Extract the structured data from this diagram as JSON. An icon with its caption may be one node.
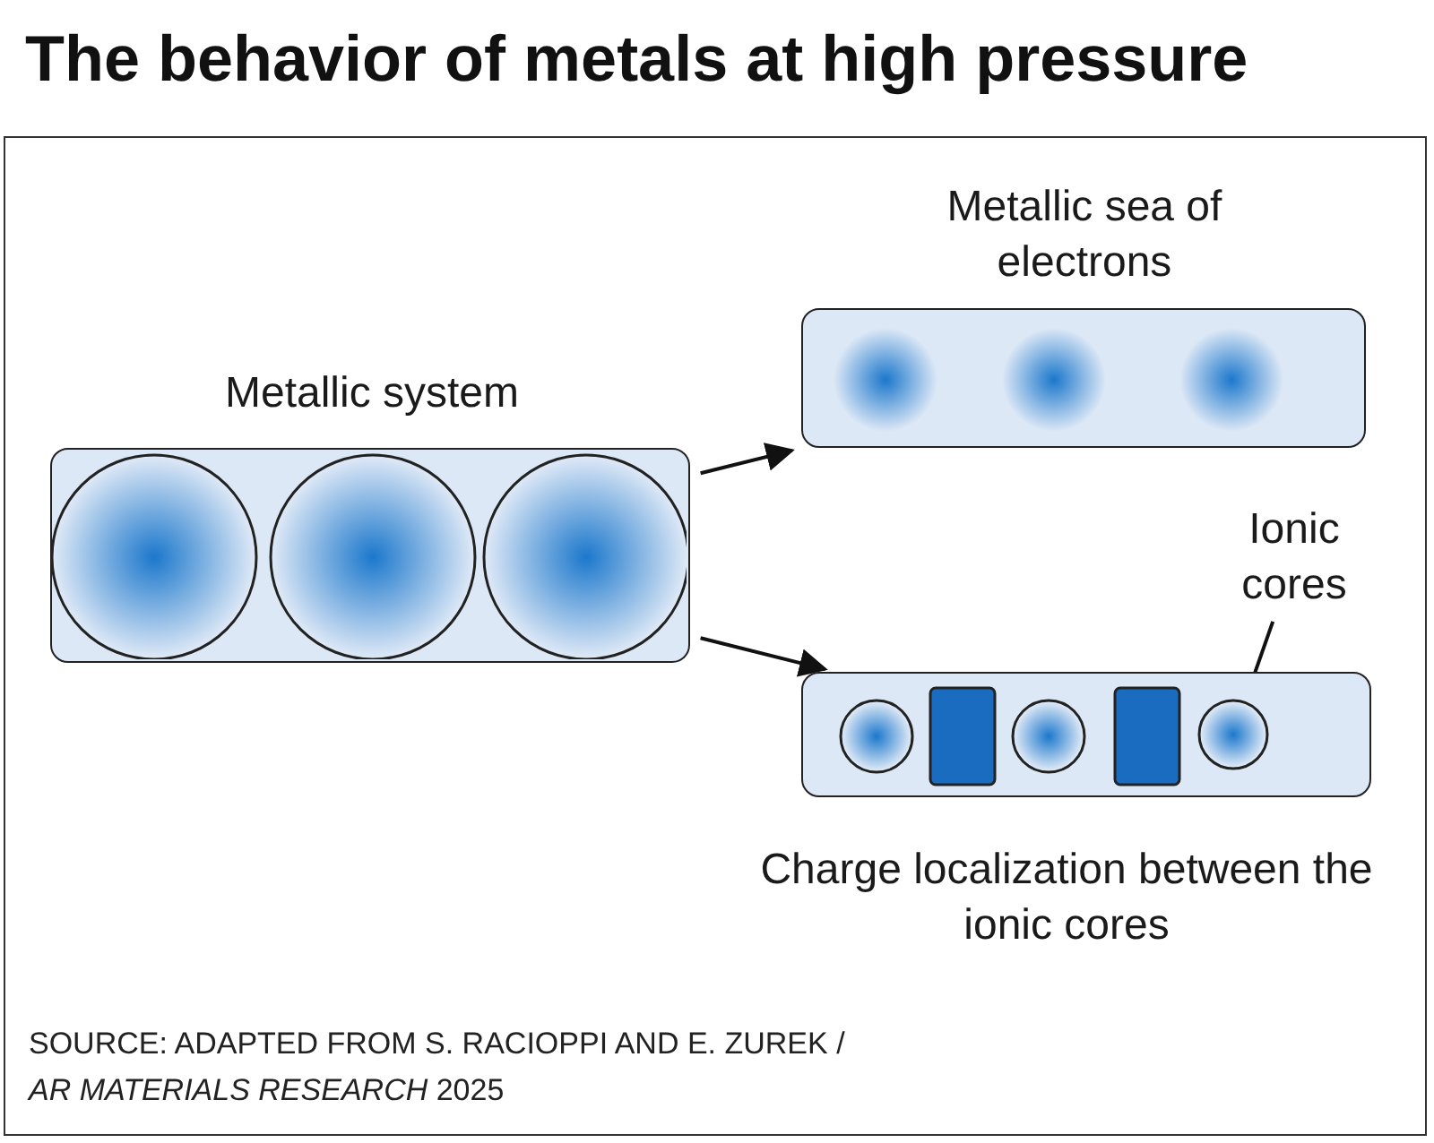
{
  "diagram": {
    "title": "The behavior of metals at high pressure",
    "nodes": [
      {
        "text": [
          "Metallic system"
        ]
      },
      {
        "text": [
          "Metallic sea of electrons"
        ]
      },
      {
        "text": [
          "Charge localization between the ionic cores"
        ]
      },
      {
        "text": [
          "Ionic cores"
        ]
      },
      {
        "text": [],
        "shape": "circle",
        "in": 2
      }
    ],
    "edges": [
      {
        "from": 0,
        "to": 1,
        "arrow": "to"
      },
      {
        "from": 0,
        "to": 2,
        "arrow": "to"
      },
      {
        "from": 3,
        "to": 4,
        "arrow": "none"
      }
    ],
    "labels": [
      "SOURCE: ADAPTED FROM S. RACIOPPI AND E. ZUREK / *AR MATERIALS RESEARCH* 2025"
    ]
  }
}
